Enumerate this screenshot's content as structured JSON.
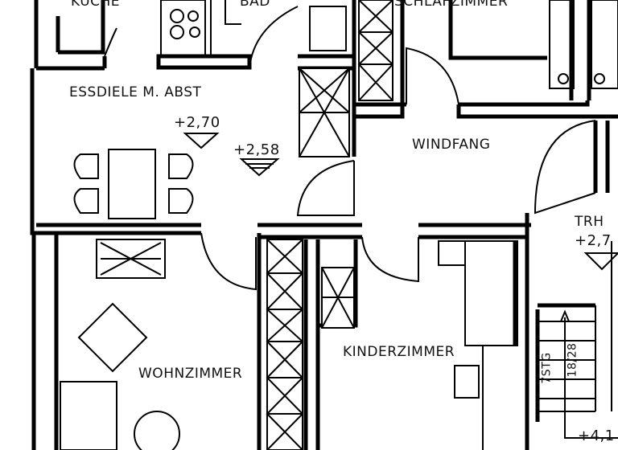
{
  "rooms": {
    "kitchen": "KÜCHE",
    "bath": "BAD",
    "bedroom": "SCHLAFZIMMER",
    "dining_hall": "ESSDIELE M. ABST",
    "vestibule": "WINDFANG",
    "stair_hall": "TRH",
    "living_room": "WOHNZIMMER",
    "children_room": "KINDERZIMMER"
  },
  "levels": {
    "dining": "+2,70",
    "hall": "+2,58",
    "stair_hall": "+2,7",
    "upper": "+4,1"
  },
  "stair": {
    "label": "7STG",
    "ratio": "18/28"
  }
}
